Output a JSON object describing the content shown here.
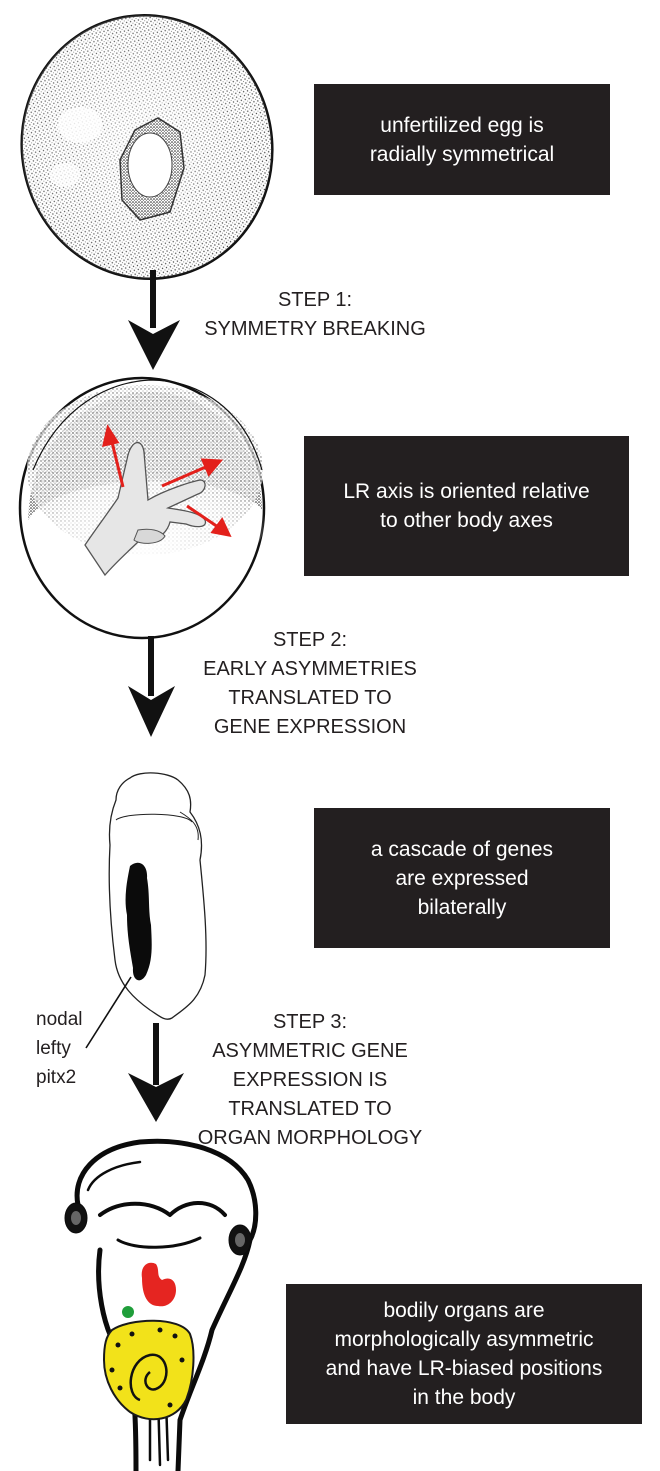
{
  "stages": [
    {
      "id": "egg",
      "illustration": "unfertilized-egg-illustration",
      "caption_lines": [
        "unfertilized egg is",
        "radially symmetrical"
      ]
    },
    {
      "id": "lr-axis",
      "illustration": "hand-in-embryo-illustration",
      "caption_lines": [
        "LR axis is oriented relative",
        "to other body axes"
      ]
    },
    {
      "id": "gene-cascade",
      "illustration": "embryo-gene-expression-illustration",
      "caption_lines": [
        "a cascade of genes",
        "are expressed",
        "bilaterally"
      ],
      "gene_labels": [
        "nodal",
        "lefty",
        "pitx2"
      ]
    },
    {
      "id": "organs",
      "illustration": "tadpole-organs-illustration",
      "caption_lines": [
        "bodily organs are",
        "morphologically asymmetric",
        "and have LR-biased positions",
        "in the body"
      ]
    }
  ],
  "steps": [
    {
      "lines": [
        "STEP 1:",
        "SYMMETRY BREAKING"
      ]
    },
    {
      "lines": [
        "STEP 2:",
        "EARLY ASYMMETRIES",
        "TRANSLATED TO",
        "GENE EXPRESSION"
      ]
    },
    {
      "lines": [
        "STEP 3:",
        "ASYMMETRIC GENE",
        "EXPRESSION IS",
        "TRANSLATED TO",
        "ORGAN MORPHOLOGY"
      ]
    }
  ],
  "colors": {
    "caption_box": "#231f20",
    "caption_text": "#ffffff",
    "arrow_red": "#e3201b",
    "organ_yellow": "#f2e21a",
    "heart_red": "#e52521",
    "gallbladder_green": "#1f9e3a",
    "ink": "#111111"
  }
}
